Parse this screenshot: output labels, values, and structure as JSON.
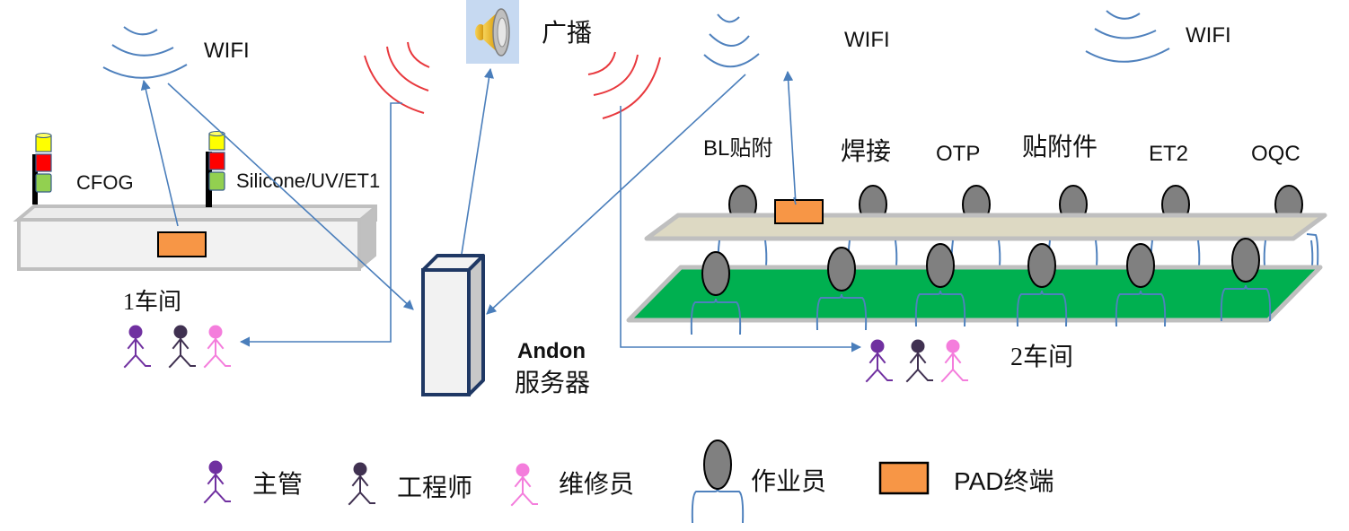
{
  "title": "Andon system network diagram",
  "colors": {
    "wifi_arc": "#4f81bd",
    "broadcast_arc": "#e8383d",
    "arrow": "#4a7ebb",
    "pad": "#f79646",
    "operator_head": "#808080",
    "line_top": "#ddd9c3",
    "line_bottom": "#00b050",
    "bench": "#f2f2f2",
    "bench_edge": "#bfbfbf",
    "supervisor": "#7030a0",
    "engineer": "#403151",
    "repair": "#f47ddc",
    "light_yellow": "#ffff00",
    "light_red": "#ff0000",
    "light_green": "#92d050",
    "server_frame": "#1f3864"
  },
  "wifi_nodes": [
    {
      "label": "WIFI"
    },
    {
      "label": "WIFI"
    },
    {
      "label": "WIFI"
    }
  ],
  "broadcast": {
    "label": "广播",
    "icon": "speaker-icon"
  },
  "server": {
    "name": "Andon",
    "subtitle": "服务器"
  },
  "workshop1": {
    "label": "1车间",
    "stations": [
      {
        "label": "CFOG"
      },
      {
        "label": "Silicone/UV/ET1"
      }
    ]
  },
  "workshop2": {
    "label": "2车间",
    "stations": [
      {
        "label": "BL贴附"
      },
      {
        "label": "焊接"
      },
      {
        "label": "OTP"
      },
      {
        "label": "贴附件"
      },
      {
        "label": "ET2"
      },
      {
        "label": "OQC"
      }
    ]
  },
  "legend": [
    {
      "key": "supervisor",
      "label": "主管",
      "icon": "stick-figure-icon"
    },
    {
      "key": "engineer",
      "label": "工程师",
      "icon": "stick-figure-icon"
    },
    {
      "key": "repair",
      "label": "维修员",
      "icon": "stick-figure-icon"
    },
    {
      "key": "operator",
      "label": "作业员",
      "icon": "operator-icon"
    },
    {
      "key": "pad",
      "label": "PAD终端",
      "icon": "pad-terminal-icon"
    }
  ]
}
